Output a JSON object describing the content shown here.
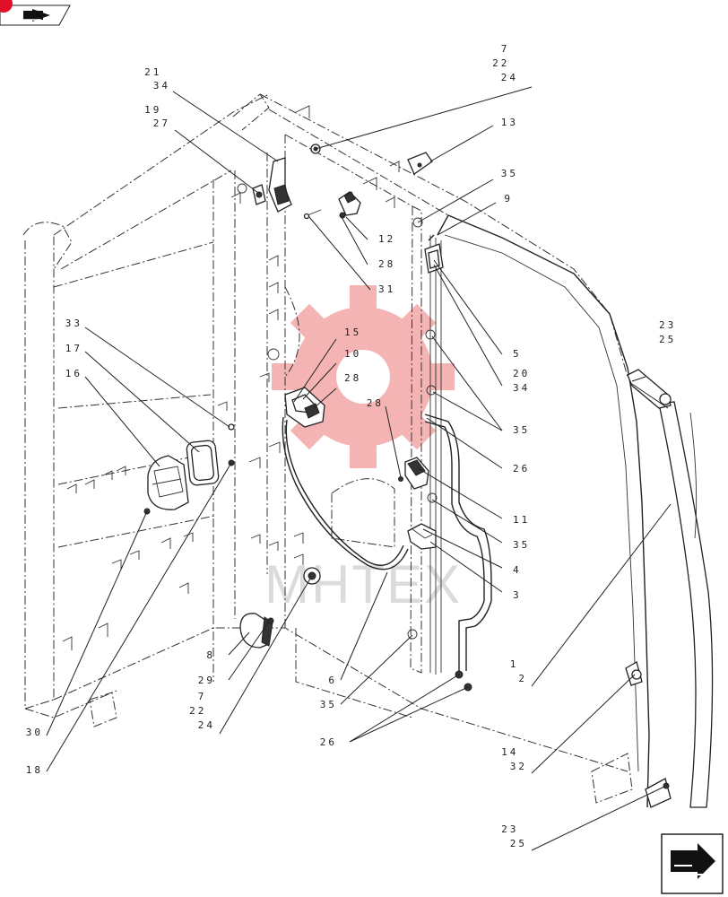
{
  "labels": {
    "l7_22_24_top": [
      "7",
      "22",
      "24"
    ],
    "l13": [
      "13"
    ],
    "l35_a": [
      "35"
    ],
    "l9": [
      "9"
    ],
    "l21_34": [
      "21",
      "34"
    ],
    "l19_27": [
      "19",
      "27"
    ],
    "l12": [
      "12"
    ],
    "l28_a": [
      "28"
    ],
    "l31": [
      "31"
    ],
    "l5": [
      "5"
    ],
    "l20_34": [
      "20",
      "34"
    ],
    "l35_b": [
      "35"
    ],
    "l23_25_top": [
      "23",
      "25"
    ],
    "l33": [
      "33"
    ],
    "l17": [
      "17"
    ],
    "l16": [
      "16"
    ],
    "l15": [
      "15"
    ],
    "l10": [
      "10"
    ],
    "l28_b": [
      "28"
    ],
    "l28_c": [
      "28"
    ],
    "l26_a": [
      "26"
    ],
    "l11": [
      "11"
    ],
    "l35_c": [
      "35"
    ],
    "l4": [
      "4"
    ],
    "l3": [
      "3"
    ],
    "l1_2": [
      "1",
      "2"
    ],
    "l8": [
      "8"
    ],
    "l29": [
      "29"
    ],
    "l7_22_24_bottom": [
      "7",
      "22",
      "24"
    ],
    "l6": [
      "6"
    ],
    "l35_d": [
      "35"
    ],
    "l14_32": [
      "14",
      "32"
    ],
    "l30": [
      "30"
    ],
    "l18": [
      "18"
    ],
    "l26_b": [
      "26"
    ],
    "l23_25_bottom": [
      "23",
      "25"
    ]
  },
  "watermark": {
    "text": "MHTEX",
    "color": "#e02b2b"
  },
  "icons": {
    "top_left": "book-arrow-icon",
    "bottom_right": "next-page-arrow-icon"
  }
}
